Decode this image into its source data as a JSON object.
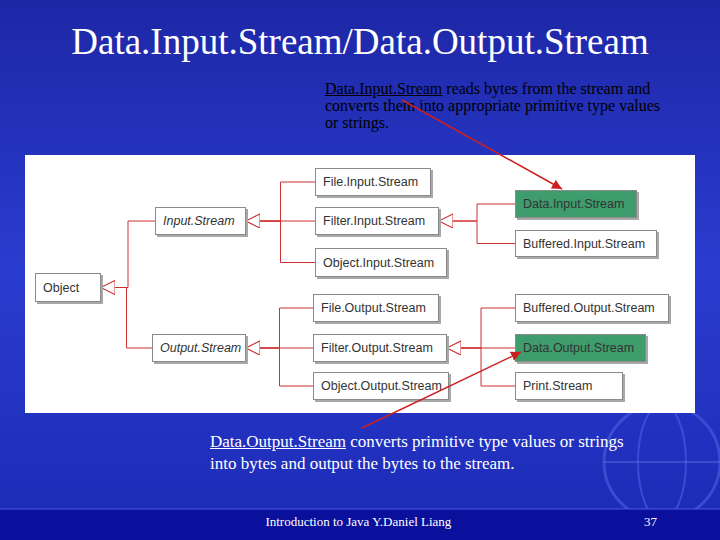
{
  "diagram": {
    "title": "Data.Input.Stream/Data.Output.Stream",
    "nodes": [
      {
        "text": [
          "Object"
        ]
      },
      {
        "text": [
          "Input.Stream"
        ]
      },
      {
        "text": [
          "Output.Stream"
        ]
      },
      {
        "text": [
          "File.Input.Stream"
        ]
      },
      {
        "text": [
          "Filter.Input.Stream"
        ]
      },
      {
        "text": [
          "Object.Input.Stream"
        ]
      },
      {
        "text": [
          "File.Output.Stream"
        ]
      },
      {
        "text": [
          "Filter.Output.Stream"
        ]
      },
      {
        "text": [
          "Object.Output.Stream"
        ]
      },
      {
        "text": [
          "Data.Input.Stream"
        ]
      },
      {
        "text": [
          "Buffered.Input.Stream"
        ]
      },
      {
        "text": [
          "Buffered.Output.Stream"
        ]
      },
      {
        "text": [
          "Data.Output.Stream"
        ]
      },
      {
        "text": [
          "Print.Stream"
        ]
      }
    ],
    "edges": [
      {
        "from": 1,
        "to": 0,
        "arrow": "to"
      },
      {
        "from": 2,
        "to": 0,
        "arrow": "to"
      },
      {
        "from": 3,
        "to": 1,
        "arrow": "to"
      },
      {
        "from": 4,
        "to": 1,
        "arrow": "to"
      },
      {
        "from": 5,
        "to": 1,
        "arrow": "to"
      },
      {
        "from": 6,
        "to": 2,
        "arrow": "to"
      },
      {
        "from": 7,
        "to": 2,
        "arrow": "to"
      },
      {
        "from": 8,
        "to": 2,
        "arrow": "to"
      },
      {
        "from": 9,
        "to": 4,
        "arrow": "to"
      },
      {
        "from": 10,
        "to": 4,
        "arrow": "to"
      },
      {
        "from": 11,
        "to": 7,
        "arrow": "to"
      },
      {
        "from": 12,
        "to": 7,
        "arrow": "to"
      },
      {
        "from": 13,
        "to": 7,
        "arrow": "to"
      }
    ],
    "labels": [
      "Data.Input.Stream",
      "reads bytes from the stream and converts them into appropriate primitive type values or strings.",
      "Data.Output.Stream",
      "converts primitive type values or strings into bytes and output the bytes to the stream.",
      "Introduction to Java Y.Daniel Liang",
      "37"
    ]
  }
}
